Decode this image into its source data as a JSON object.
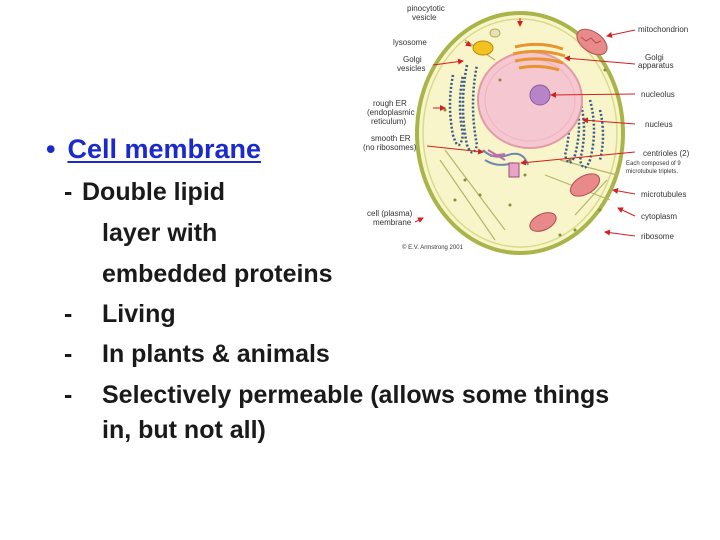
{
  "slide": {
    "bullet": "•",
    "title": "Cell membrane",
    "dash": "-",
    "sub_items": [
      {
        "lines": [
          "Double lipid",
          "layer with",
          "embedded proteins"
        ]
      },
      {
        "lines": [
          "Living"
        ]
      },
      {
        "lines": [
          "In plants & animals"
        ]
      },
      {
        "lines": [
          "Selectively permeable (allows some things",
          "in, but not all)"
        ]
      }
    ]
  },
  "diagram": {
    "labels": {
      "pinocytotic": [
        "pinocytotic",
        "vesicle"
      ],
      "lysosome": "lysosome",
      "golgi_vesicles": [
        "Golgi",
        "vesicles"
      ],
      "rough_er": [
        "rough ER",
        "(endoplasmic",
        "reticulum)"
      ],
      "smooth_er": [
        "smooth ER",
        "(no ribosomes)"
      ],
      "cell_membrane": [
        "cell (plasma)",
        "membrane"
      ],
      "mitochondrion": "mitochondrion",
      "golgi_apparatus": [
        "Golgi",
        "apparatus"
      ],
      "nucleolus": "nucleolus",
      "nucleus": "nucleus",
      "centrioles": [
        "centrioles (2)",
        "Each composed of 9",
        "microtubule triplets."
      ],
      "microtubules": "microtubules",
      "cytoplasm": "cytoplasm",
      "ribosome": "ribosome",
      "copyright": "© E.V. Armstrong 2001"
    },
    "colors": {
      "cell_fill": "#f7f5c9",
      "cell_border": "#a9b54a",
      "nucleus_fill": "#f5c7d0",
      "nucleolus_fill": "#b784c8",
      "mito_fill": "#e88a8a",
      "golgi_fill": "#f0a64a",
      "lysosome_fill": "#f2c21f",
      "er_color": "#3b5a8c",
      "arrow_color": "#d42020",
      "title_color": "#1a2acc"
    }
  }
}
